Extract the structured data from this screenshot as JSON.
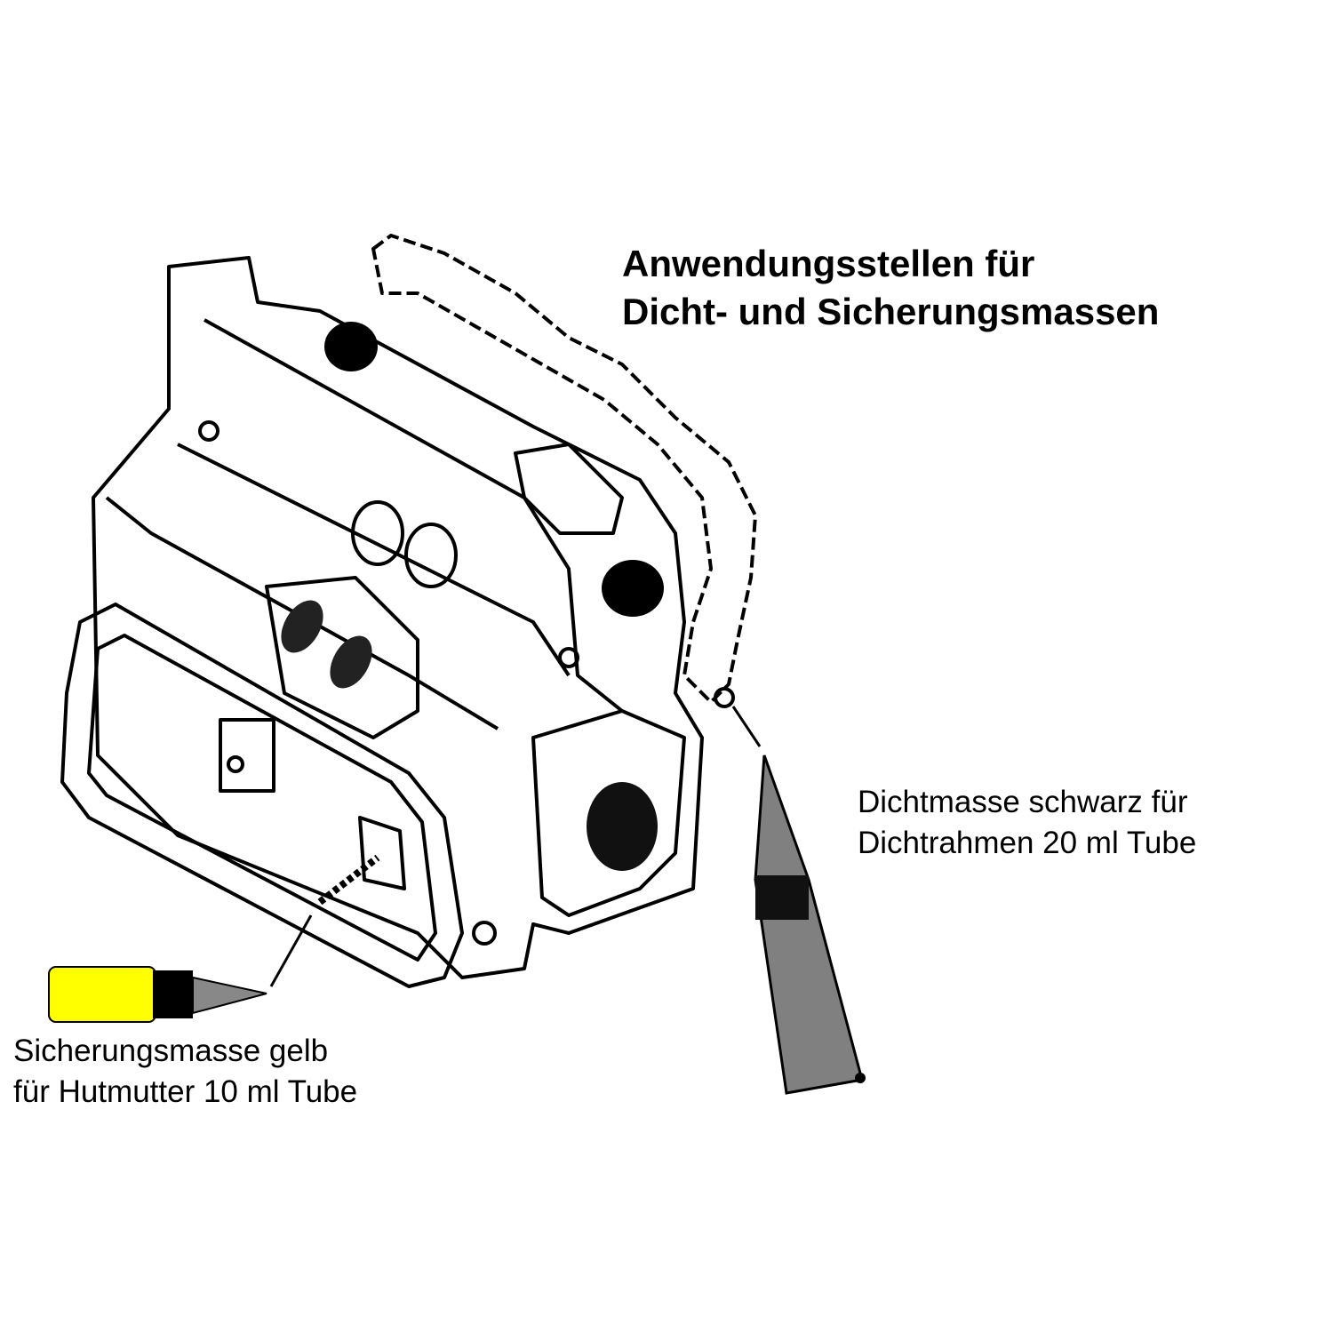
{
  "title": {
    "line1": "Anwendungsstellen für",
    "line2": "Dicht- und Sicherungsmassen"
  },
  "labels": {
    "black_sealant": {
      "line1": "Dichtmasse schwarz für",
      "line2": "Dichtrahmen  20 ml Tube"
    },
    "yellow_locker": {
      "line1": "Sicherungsmasse gelb",
      "line2": "für Hutmutter 10 ml Tube"
    }
  },
  "colors": {
    "yellow_tube": "#ffff00",
    "grey_tube": "#808080",
    "ink": "#000000"
  }
}
